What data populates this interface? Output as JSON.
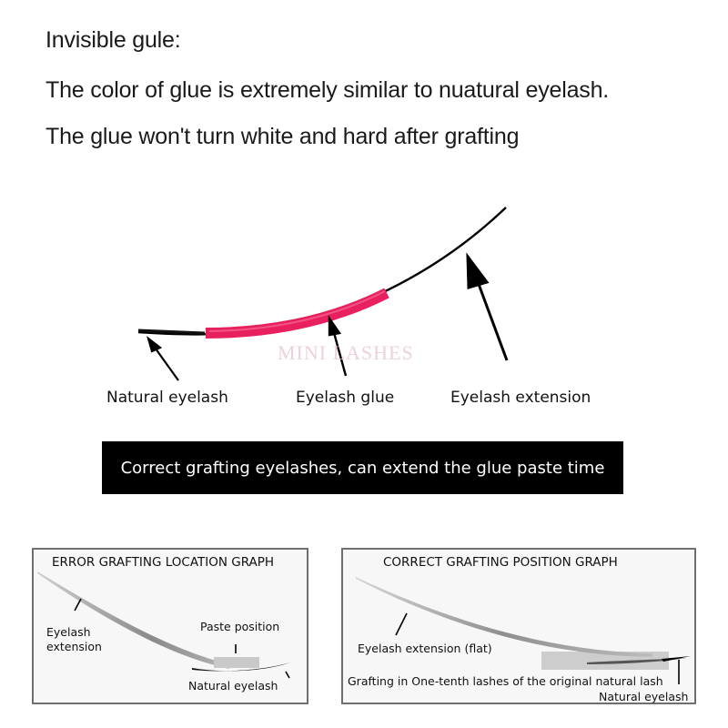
{
  "intro": {
    "heading": "Invisible gule:",
    "line1": "The color of glue is extremely similar to nuatural eyelash.",
    "line2": "The glue won't turn white and hard after grafting"
  },
  "main_diagram": {
    "labels": {
      "natural_eyelash": "Natural  eyelash",
      "eyelash_glue": "Eyelash glue",
      "eyelash_extension": "Eyelash extension"
    },
    "watermark": "MINI LASHES",
    "colors": {
      "glue": "#e8205e",
      "lash": "#000000"
    }
  },
  "banner": {
    "text": "Correct grafting eyelashes, can extend the glue paste time"
  },
  "panels": {
    "error": {
      "title": "ERROR GRAFTING LOCATION GRAPH",
      "extension_label_line1": "Eyelash",
      "extension_label_line2": "extension",
      "paste_label": "Paste position",
      "natural_label": "Natural  eyelash"
    },
    "correct": {
      "title": "CORRECT GRAFTING POSITION GRAPH",
      "extension_label": "Eyelash extension  (flat)",
      "grafting_note": "Grafting in One-tenth lashes of the original natural lash",
      "natural_label": "Natural eyelash"
    }
  }
}
